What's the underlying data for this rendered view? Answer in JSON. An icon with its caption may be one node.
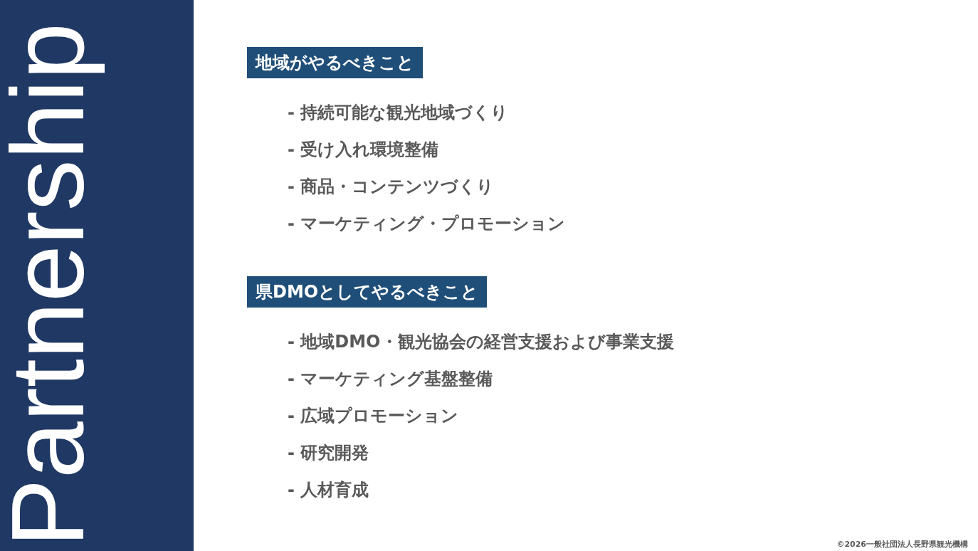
{
  "diagram": {
    "nodes": [
      {
        "text": [
          "Partnership"
        ]
      },
      {
        "text": [
          "地域がやるべきこと"
        ]
      },
      {
        "text": [
          "県DMOとしてやるべきこと"
        ]
      }
    ],
    "labels": [
      "- 持続可能な観光地域づくり",
      "- 受け入れ環境整備",
      "- 商品・コンテンツづくり",
      "- マーケティング・プロモーション",
      "- 地域DMO・観光協会の経営支援および事業支援",
      "- マーケティング基盤整備",
      "- 広域プロモーション",
      "- 研究開発",
      "- 人材育成",
      "©2026一般社団法人長野県観光機構"
    ]
  }
}
